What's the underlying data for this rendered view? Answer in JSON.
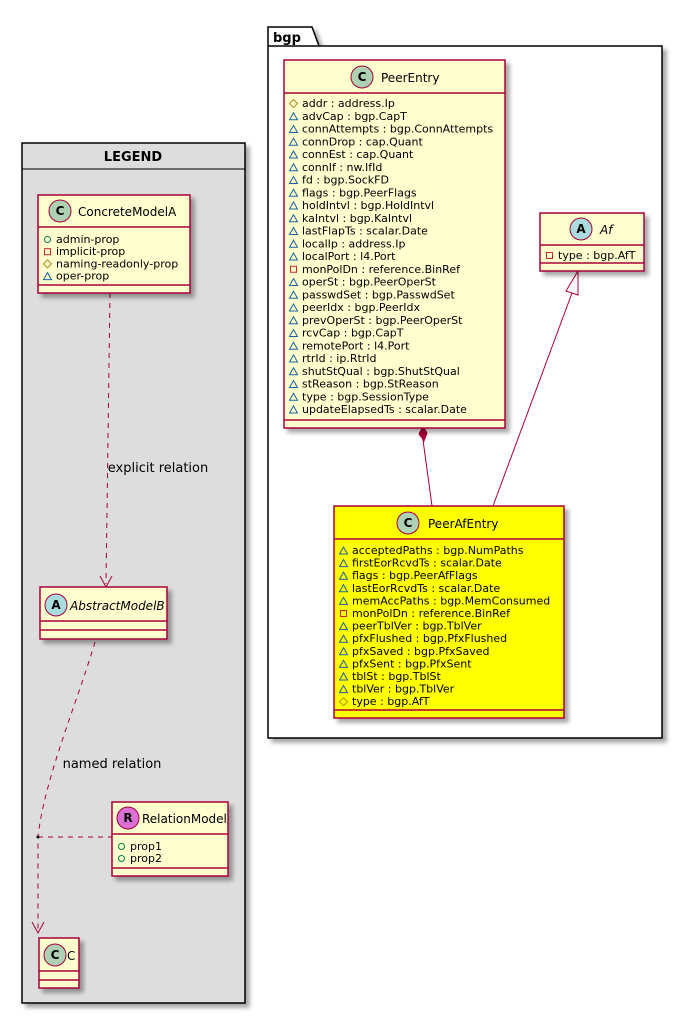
{
  "legend": {
    "title": "LEGEND",
    "concrete": {
      "name": "ConcreteModelA",
      "stereo": "C",
      "attrs": [
        {
          "vis": "+",
          "text": "admin-prop"
        },
        {
          "vis": "-",
          "text": "implicit-prop"
        },
        {
          "vis": "#",
          "text": "naming-readonly-prop"
        },
        {
          "vis": "~",
          "text": "oper-prop"
        }
      ]
    },
    "abstract": {
      "name": "AbstractModelB",
      "stereo": "A"
    },
    "relation": {
      "name": "RelationModel",
      "stereo": "R",
      "attrs": [
        {
          "vis": "+",
          "text": "prop1"
        },
        {
          "vis": "+",
          "text": "prop2"
        }
      ]
    },
    "c": {
      "name": "C",
      "stereo": "C"
    },
    "explicit_label": "explicit relation",
    "named_label": "named relation"
  },
  "package": {
    "name": "bgp",
    "peer_entry": {
      "name": "PeerEntry",
      "stereo": "C",
      "attrs": [
        {
          "vis": "#",
          "text": "addr : address.Ip"
        },
        {
          "vis": "~",
          "text": "advCap : bgp.CapT"
        },
        {
          "vis": "~",
          "text": "connAttempts : bgp.ConnAttempts"
        },
        {
          "vis": "~",
          "text": "connDrop : cap.Quant"
        },
        {
          "vis": "~",
          "text": "connEst : cap.Quant"
        },
        {
          "vis": "~",
          "text": "connIf : nw.IfId"
        },
        {
          "vis": "~",
          "text": "fd : bgp.SockFD"
        },
        {
          "vis": "~",
          "text": "flags : bgp.PeerFlags"
        },
        {
          "vis": "~",
          "text": "holdIntvl : bgp.HoldIntvl"
        },
        {
          "vis": "~",
          "text": "kaIntvl : bgp.KaIntvl"
        },
        {
          "vis": "~",
          "text": "lastFlapTs : scalar.Date"
        },
        {
          "vis": "~",
          "text": "localIp : address.Ip"
        },
        {
          "vis": "~",
          "text": "localPort : l4.Port"
        },
        {
          "vis": "-",
          "text": "monPolDn : reference.BinRef"
        },
        {
          "vis": "~",
          "text": "operSt : bgp.PeerOperSt"
        },
        {
          "vis": "~",
          "text": "passwdSet : bgp.PasswdSet"
        },
        {
          "vis": "~",
          "text": "peerIdx : bgp.PeerIdx"
        },
        {
          "vis": "~",
          "text": "prevOperSt : bgp.PeerOperSt"
        },
        {
          "vis": "~",
          "text": "rcvCap : bgp.CapT"
        },
        {
          "vis": "~",
          "text": "remotePort : l4.Port"
        },
        {
          "vis": "~",
          "text": "rtrId : ip.RtrId"
        },
        {
          "vis": "~",
          "text": "shutStQual : bgp.ShutStQual"
        },
        {
          "vis": "~",
          "text": "stReason : bgp.StReason"
        },
        {
          "vis": "~",
          "text": "type : bgp.SessionType"
        },
        {
          "vis": "~",
          "text": "updateElapsedTs : scalar.Date"
        }
      ]
    },
    "af": {
      "name": "Af",
      "stereo": "A",
      "attrs": [
        {
          "vis": "-",
          "text": "type : bgp.AfT"
        }
      ]
    },
    "peer_af_entry": {
      "name": "PeerAfEntry",
      "stereo": "C",
      "attrs": [
        {
          "vis": "~",
          "text": "acceptedPaths : bgp.NumPaths"
        },
        {
          "vis": "~",
          "text": "firstEorRcvdTs : scalar.Date"
        },
        {
          "vis": "~",
          "text": "flags : bgp.PeerAfFlags"
        },
        {
          "vis": "~",
          "text": "lastEorRcvdTs : scalar.Date"
        },
        {
          "vis": "~",
          "text": "memAccPaths : bgp.MemConsumed"
        },
        {
          "vis": "-",
          "text": "monPolDn : reference.BinRef"
        },
        {
          "vis": "~",
          "text": "peerTblVer : bgp.TblVer"
        },
        {
          "vis": "~",
          "text": "pfxFlushed : bgp.PfxFlushed"
        },
        {
          "vis": "~",
          "text": "pfxSaved : bgp.PfxSaved"
        },
        {
          "vis": "~",
          "text": "pfxSent : bgp.PfxSent"
        },
        {
          "vis": "~",
          "text": "tblSt : bgp.TblSt"
        },
        {
          "vis": "~",
          "text": "tblVer : bgp.TblVer"
        },
        {
          "vis": "#",
          "text": "type : bgp.AfT"
        }
      ]
    }
  },
  "colors": {
    "class_fill": "#FEFECE",
    "highlight_fill": "#FFFF00",
    "border": "#A80036",
    "legend_bg": "#DDDDDD",
    "stereo_c": "#ADD1B2",
    "stereo_a": "#A9DCDF",
    "stereo_r": "#DA70D6"
  }
}
